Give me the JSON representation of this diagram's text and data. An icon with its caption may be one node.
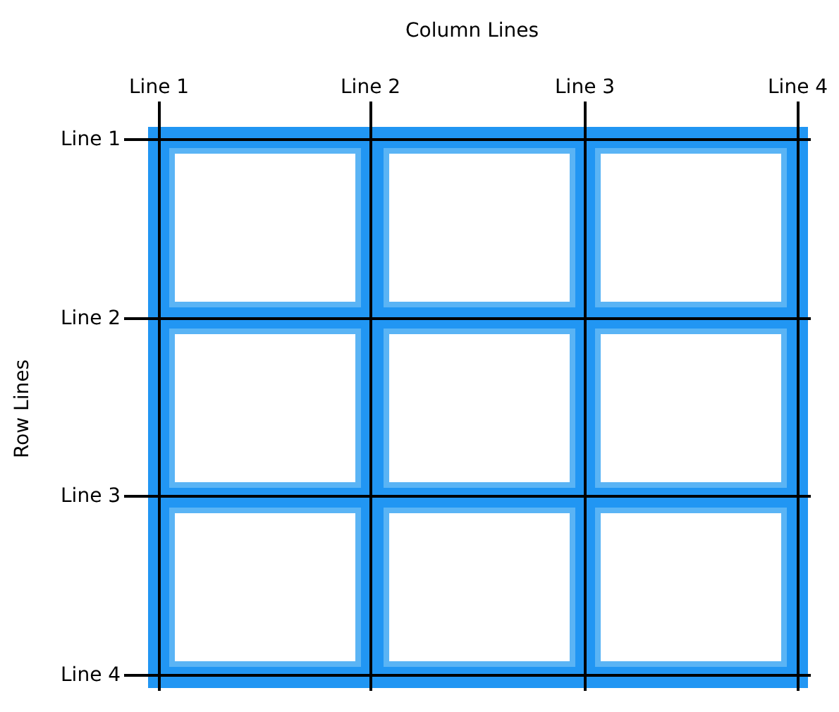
{
  "diagram": {
    "nodes": [
      {
        "text": [],
        "shape": "box"
      },
      {
        "text": [],
        "shape": "box",
        "in": 0
      },
      {
        "text": [],
        "shape": "box",
        "in": 0
      },
      {
        "text": [],
        "shape": "box",
        "in": 0
      },
      {
        "text": [],
        "shape": "box",
        "in": 0
      },
      {
        "text": [],
        "shape": "box",
        "in": 0
      },
      {
        "text": [],
        "shape": "box",
        "in": 0
      },
      {
        "text": [],
        "shape": "box",
        "in": 0
      },
      {
        "text": [],
        "shape": "box",
        "in": 0
      },
      {
        "text": [],
        "shape": "box",
        "in": 0
      }
    ],
    "edges": [],
    "labels": [
      "Column Lines",
      "Line 1",
      "Line 2",
      "Line 3",
      "Line 4",
      "Line 1",
      "Line 2",
      "Row Lines",
      "Line 3",
      "Line 4"
    ]
  }
}
